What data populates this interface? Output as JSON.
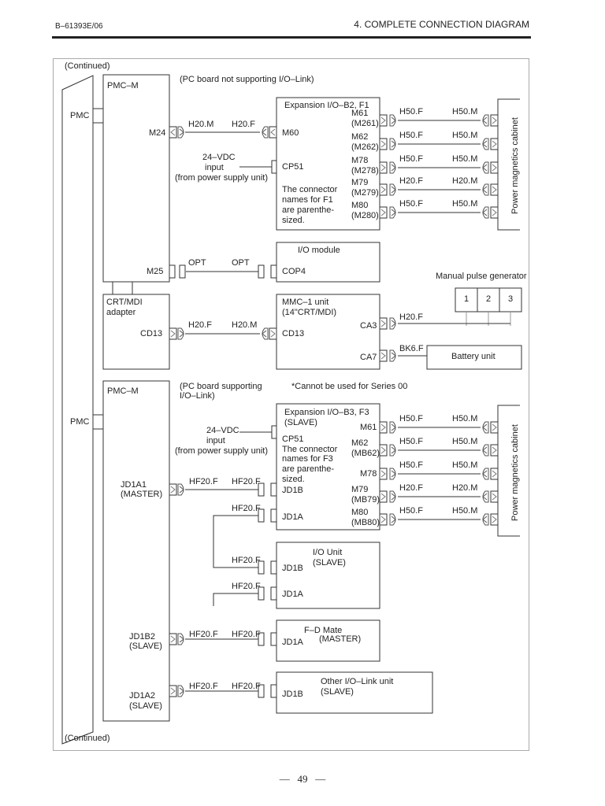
{
  "header": {
    "doc_id": "B–61393E/06",
    "section_title": "4. COMPLETE CONNECTION DIAGRAM"
  },
  "continued_top": "(Continued)",
  "continued_bottom": "(Continued)",
  "page_number": "49",
  "pmc_label_top": "PMC",
  "pmc_label_bottom": "PMC",
  "section1": {
    "pmc_m_label": "PMC–M",
    "note": "(PC board not supporting I/O–Link)",
    "m24": "M24",
    "m24_cable_left": "H20.M",
    "m24_cable_right": "H20.F",
    "expansion": {
      "title": "Expansion I/O–B2, F1",
      "m60": "M60",
      "cp51": "CP51",
      "note_lines": [
        "The connector",
        "names for F1",
        "are parenthe-",
        "sized."
      ],
      "ports": [
        {
          "name": "M61",
          "alt": "(M261)",
          "cable_left": "H50.F",
          "cable_right": "H50.M"
        },
        {
          "name": "M62",
          "alt": "(M262)",
          "cable_left": "H50.F",
          "cable_right": "H50.M"
        },
        {
          "name": "M78",
          "alt": "(M278)",
          "cable_left": "H50.F",
          "cable_right": "H50.M"
        },
        {
          "name": "M79",
          "alt": "(M279)",
          "cable_left": "H20.F",
          "cable_right": "H20.M"
        },
        {
          "name": "M80",
          "alt": "(M280)",
          "cable_left": "H50.F",
          "cable_right": "H50.M"
        }
      ]
    },
    "vdc_lines": [
      "24–VDC",
      "input",
      "(from power supply unit)"
    ],
    "cabinet": "Power magnetics cabinet",
    "m25": "M25",
    "opt_left": "OPT",
    "opt_right": "OPT",
    "io_module": {
      "title": "I/O module",
      "cop4": "COP4"
    },
    "crt_adapter": {
      "lines": [
        "CRT/MDI",
        "adapter"
      ],
      "cd13": "CD13"
    },
    "cd13_cable_left": "H20.F",
    "cd13_cable_right": "H20.M",
    "mmc": {
      "lines": [
        "MMC–1 unit",
        "(14\"CRT/MDI)"
      ],
      "cd13": "CD13",
      "ca3": "CA3",
      "ca7": "CA7"
    },
    "ca3_cable": "H20.F",
    "ca7_cable": "BK6.F",
    "mpg": {
      "title": "Manual pulse generator",
      "cells": [
        "1",
        "2",
        "3"
      ]
    },
    "battery": "Battery unit"
  },
  "section2": {
    "pmc_m_label": "PMC–M",
    "note_lines": [
      "(PC board supporting",
      "I/O–Link)"
    ],
    "series_note": "*Cannot be used for Series 00",
    "expansion": {
      "title_lines": [
        "Expansion I/O–B3, F3",
        "(SLAVE)"
      ],
      "cp51": "CP51",
      "note_lines": [
        "The connector",
        "names for F3",
        "are parenthe-",
        "sized."
      ],
      "jd1b": "JD1B",
      "jd1a": "JD1A",
      "ports": [
        {
          "name": "M61",
          "alt": "",
          "cable_left": "H50.F",
          "cable_right": "H50.M"
        },
        {
          "name": "M62",
          "alt": "(MB62)",
          "cable_left": "H50.F",
          "cable_right": "H50.M"
        },
        {
          "name": "M78",
          "alt": "",
          "cable_left": "H50.F",
          "cable_right": "H50.M"
        },
        {
          "name": "M79",
          "alt": "(MB79)",
          "cable_left": "H20.F",
          "cable_right": "H20.M"
        },
        {
          "name": "M80",
          "alt": "(MB80)",
          "cable_left": "H50.F",
          "cable_right": "H50.M"
        }
      ]
    },
    "vdc_lines": [
      "24–VDC",
      "input",
      "(from power supply unit)"
    ],
    "cabinet": "Power magnetics cabinet",
    "jd1a1_lines": [
      "JD1A1",
      "(MASTER)"
    ],
    "jd1b2_lines": [
      "JD1B2",
      "(SLAVE)"
    ],
    "jd1a2_lines": [
      "JD1A2",
      "(SLAVE)"
    ],
    "cable_hf20f": "HF20.F",
    "io_unit": {
      "title_lines": [
        "I/O Unit",
        "(SLAVE)"
      ],
      "jd1b": "JD1B",
      "jd1a": "JD1A"
    },
    "fd_mate": {
      "title_lines": [
        "F–D Mate",
        "(MASTER)"
      ],
      "jd1a": "JD1A"
    },
    "other_unit": {
      "title_lines": [
        "Other I/O–Link unit",
        "(SLAVE)"
      ],
      "jd1b": "JD1B"
    }
  }
}
